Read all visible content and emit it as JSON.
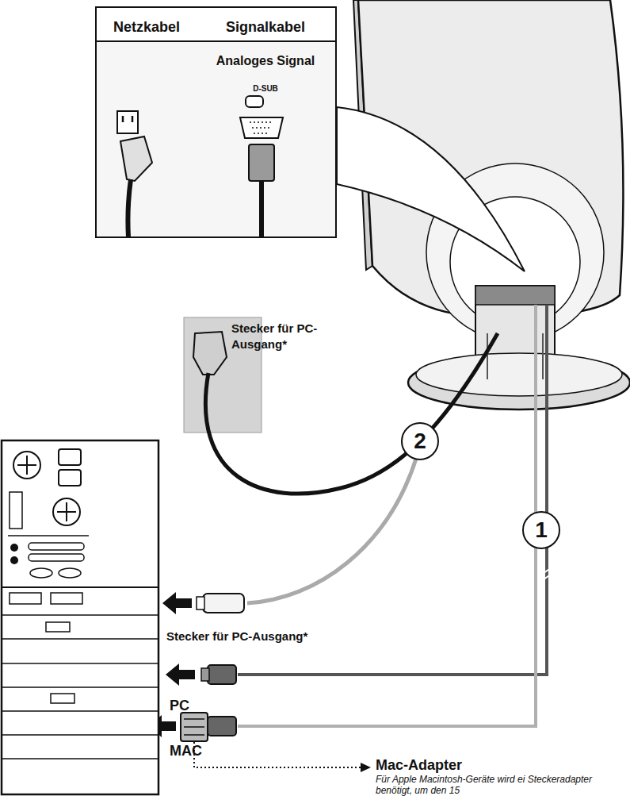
{
  "diagram": {
    "nodes": [
      {
        "text": [
          "Netzkabel",
          "Signalkabel",
          "Analoges Signal",
          "D-SUB"
        ]
      },
      {
        "text": [
          "2"
        ]
      },
      {
        "text": [
          "1"
        ]
      }
    ],
    "labels": [
      "Stecker für PC- Ausgang*",
      "Stecker für PC-Ausgang*",
      "PC",
      "MAC",
      "Mac-Adapter",
      "Für Apple Macintosh-Geräte wird ei Steckeradapter benötigt, um den 15"
    ]
  }
}
